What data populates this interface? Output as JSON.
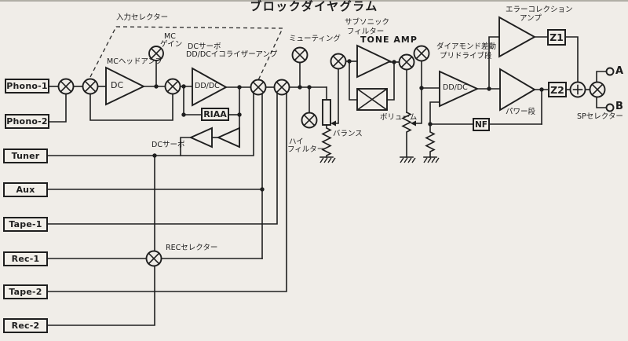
{
  "title": "ブロックダイヤグラム",
  "colors": {
    "background": "#f0ede8",
    "line": "#1f1f1f"
  },
  "inputs": [
    "Phono-1",
    "Phono-2",
    "Tuner",
    "Aux",
    "Tape-1",
    "Rec-1",
    "Tape-2",
    "Rec-2"
  ],
  "blocks": {
    "riaa": "RIAA",
    "nf": "NF",
    "z1": "Z1",
    "z2": "Z2"
  },
  "amp_texts": {
    "mc_head": "DC",
    "equalizer": "DD/DC",
    "driver": "DD/DC"
  },
  "labels": {
    "input_selector": "入力セレクター",
    "mc": "MC",
    "mc_gain": "ゲイン",
    "mc_head_amp": "MCヘッドアンプ",
    "dc_servo_eq": "DCサーボ",
    "eq_amp": "DD/DCイコライザーアンプ",
    "dc_servo": "DCサーボ",
    "rec_selector": "RECセレクター",
    "muting": "ミューティング",
    "hi_filter_1": "ハイ",
    "hi_filter_2": "フィルター",
    "balance": "バランス",
    "tone_amp": "TONE AMP",
    "volume": "ボリューム",
    "subsonic_1": "サブソニック",
    "subsonic_2": "フィルター",
    "diamond_1": "ダイアモンド差動",
    "diamond_2": "プリドライブ段",
    "error_amp_1": "エラーコレクション",
    "error_amp_2": "アンプ",
    "power_stage": "パワー段",
    "sp_selector": "SPセレクター",
    "terminal_a": "A",
    "terminal_b": "B"
  }
}
